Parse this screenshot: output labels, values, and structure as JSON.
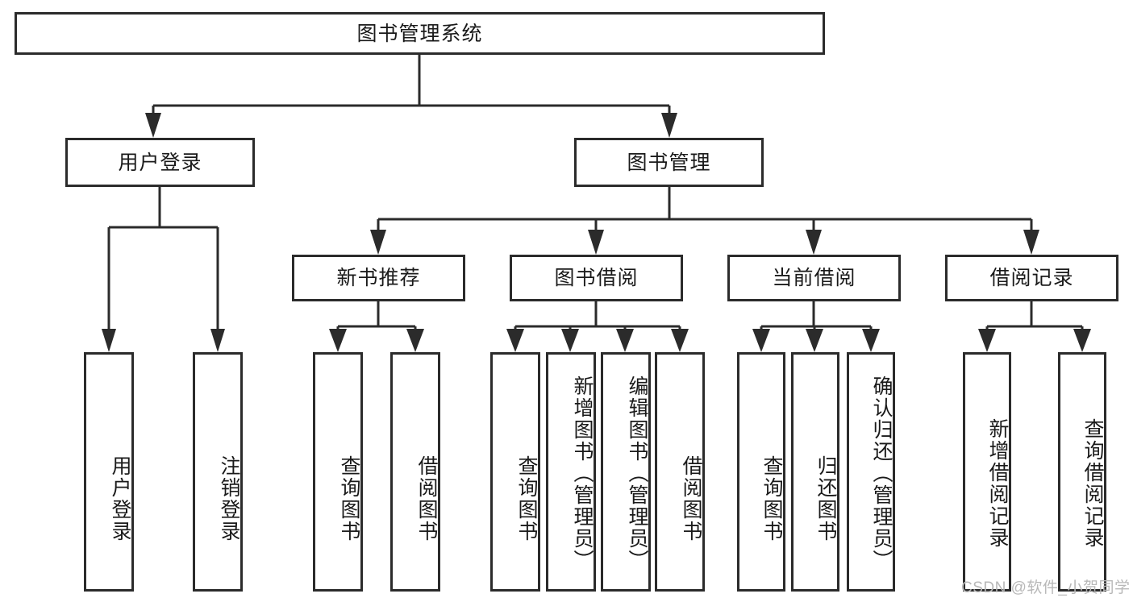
{
  "diagram": {
    "type": "tree-hierarchy-chart",
    "title": "图书管理系统",
    "watermark": "CSDN @软件_小贺同学",
    "colors": {
      "stroke": "#2b2b2b",
      "fill": "#ffffff",
      "text": "#1a1a1a",
      "watermark": "#b8b8b8"
    },
    "nodes": {
      "root": {
        "label": "图书管理系统"
      },
      "level2": [
        {
          "label": "用户登录"
        },
        {
          "label": "图书管理"
        }
      ],
      "level3": [
        {
          "label": "新书推荐"
        },
        {
          "label": "图书借阅"
        },
        {
          "label": "当前借阅"
        },
        {
          "label": "借阅记录"
        }
      ],
      "leaves_user_login": [
        {
          "label": "用户登录"
        },
        {
          "label": "注销登录"
        }
      ],
      "leaves_new_book": [
        {
          "label": "查询图书"
        },
        {
          "label": "借阅图书"
        }
      ],
      "leaves_borrow": [
        {
          "label": "查询图书"
        },
        {
          "label": "新增图书（管理员）"
        },
        {
          "label": "编辑图书（管理员）"
        },
        {
          "label": "借阅图书"
        }
      ],
      "leaves_current": [
        {
          "label": "查询图书"
        },
        {
          "label": "归还图书"
        },
        {
          "label": "确认归还（管理员）"
        }
      ],
      "leaves_records": [
        {
          "label": "新增借阅记录"
        },
        {
          "label": "查询借阅记录"
        }
      ]
    }
  }
}
